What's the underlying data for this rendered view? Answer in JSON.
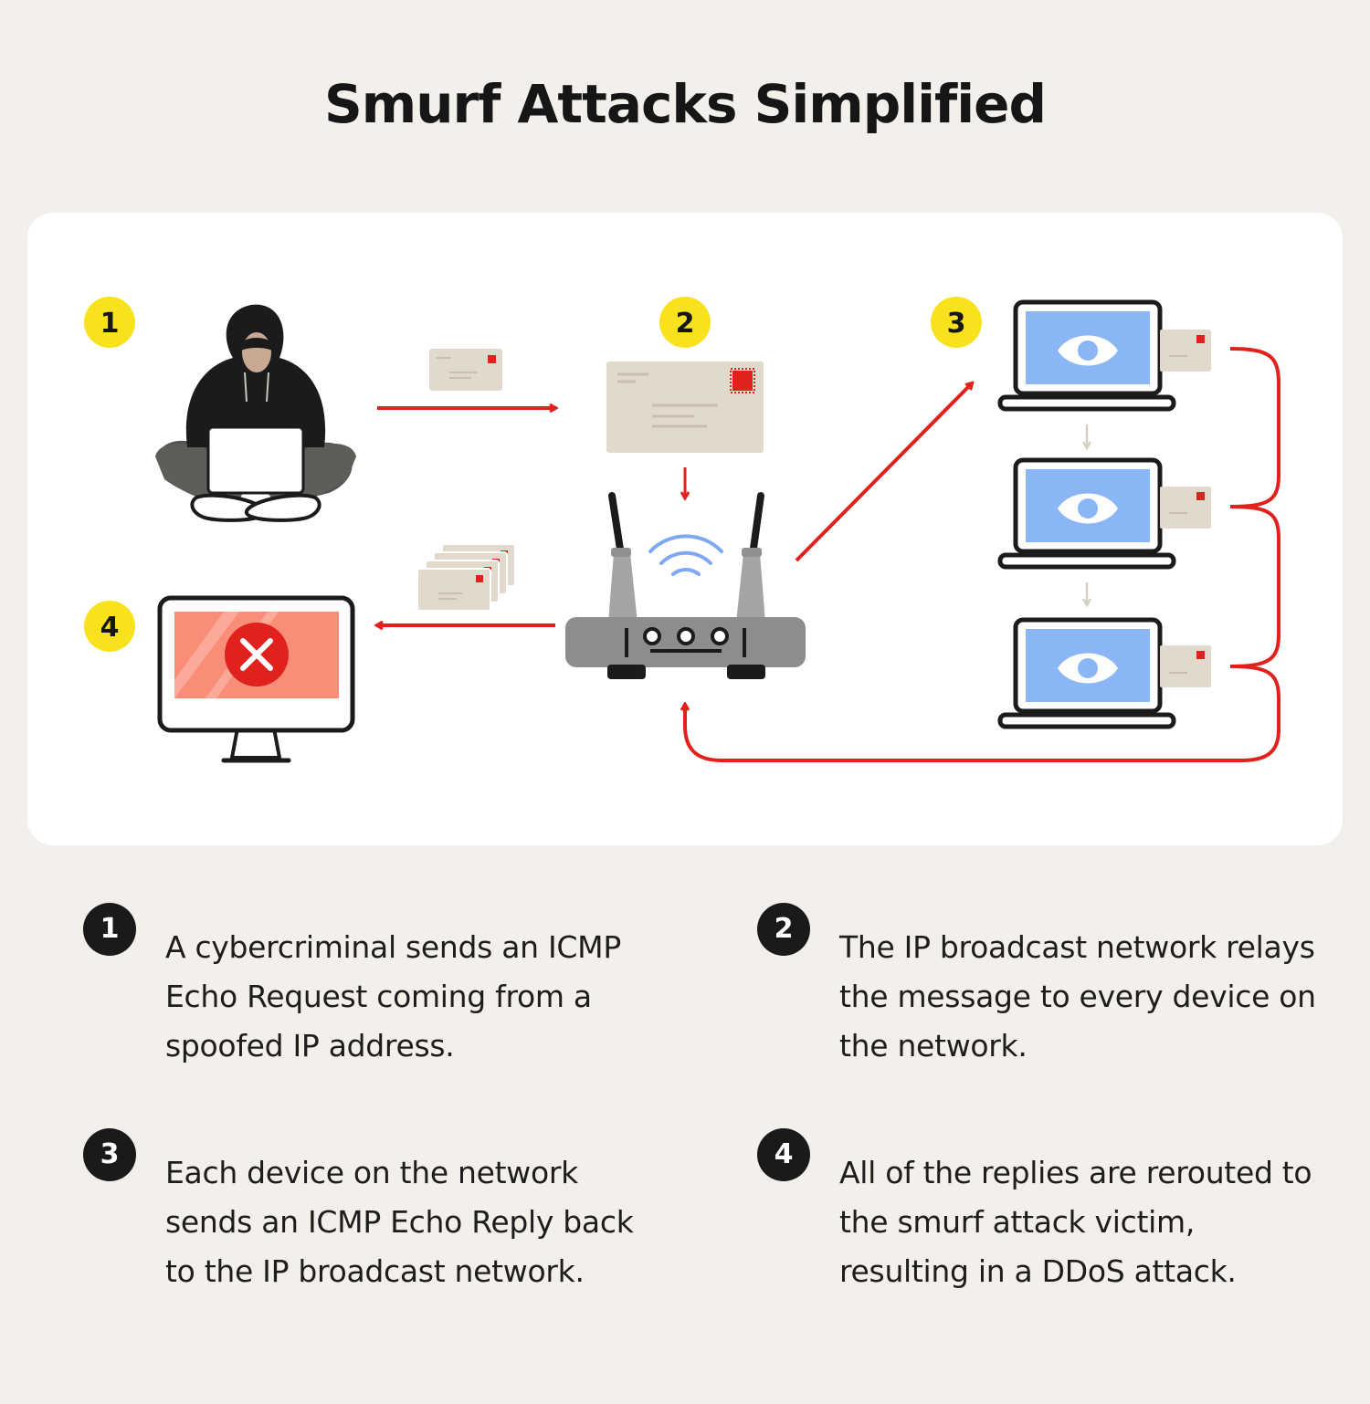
{
  "title": "Smurf Attacks Simplified",
  "diagram": {
    "badges": [
      "1",
      "2",
      "3",
      "4"
    ],
    "icons": [
      "hacker-icon",
      "envelope-icon",
      "router-icon",
      "wifi-icon",
      "laptop-icon",
      "eye-icon",
      "monitor-icon",
      "error-x-icon"
    ],
    "colors": {
      "arrow": "#e0211c",
      "badge": "#f8e11d",
      "screen": "#8ab6f5",
      "envelope": "#e2d9cd",
      "alert_screen": "#f98d78"
    }
  },
  "steps": [
    {
      "number": "1",
      "text": "A cybercriminal sends an ICMP Echo Request coming from a spoofed IP address."
    },
    {
      "number": "2",
      "text": "The IP broadcast network relays the message to every device on the network."
    },
    {
      "number": "3",
      "text": "Each device on the network sends an ICMP Echo Reply back to the IP broadcast network."
    },
    {
      "number": "4",
      "text": "All of the replies are rerouted to the smurf attack victim, resulting in a DDoS attack."
    }
  ]
}
